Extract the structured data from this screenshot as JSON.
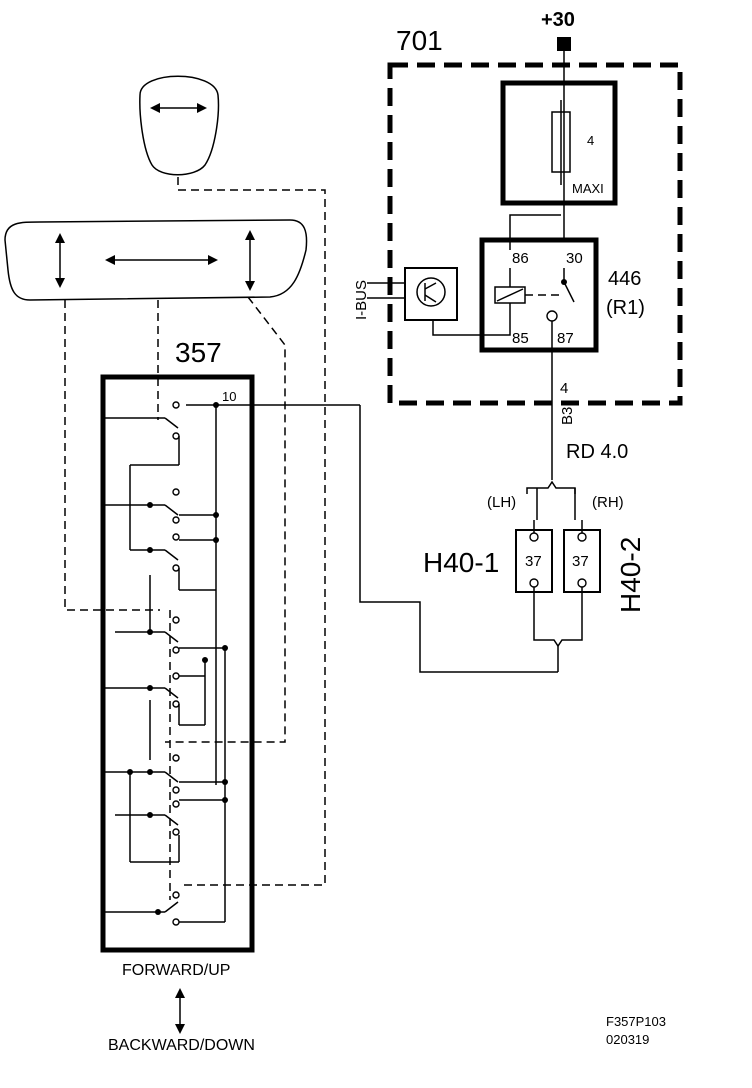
{
  "labels": {
    "module_701": "701",
    "supply": "+30",
    "fuse_number": "4",
    "fuse_type": "MAXI",
    "relay_pin_86": "86",
    "relay_pin_30": "30",
    "relay_pin_85": "85",
    "relay_pin_87": "87",
    "relay_id": "446",
    "relay_ref": "(R1)",
    "bus": "I-BUS",
    "connector_pin": "4",
    "connector_id": "B3",
    "wire": "RD 4.0",
    "lh": "(LH)",
    "rh": "(RH)",
    "heater_lh": "H40-1",
    "heater_rh": "H40-2",
    "heater_lh_pin": "37",
    "heater_rh_pin": "37",
    "switch_id": "357",
    "switch_pin": "10",
    "forward_up": "FORWARD/UP",
    "backward_down": "BACKWARD/DOWN",
    "figure_code": "F357P103",
    "figure_date": "020319"
  }
}
